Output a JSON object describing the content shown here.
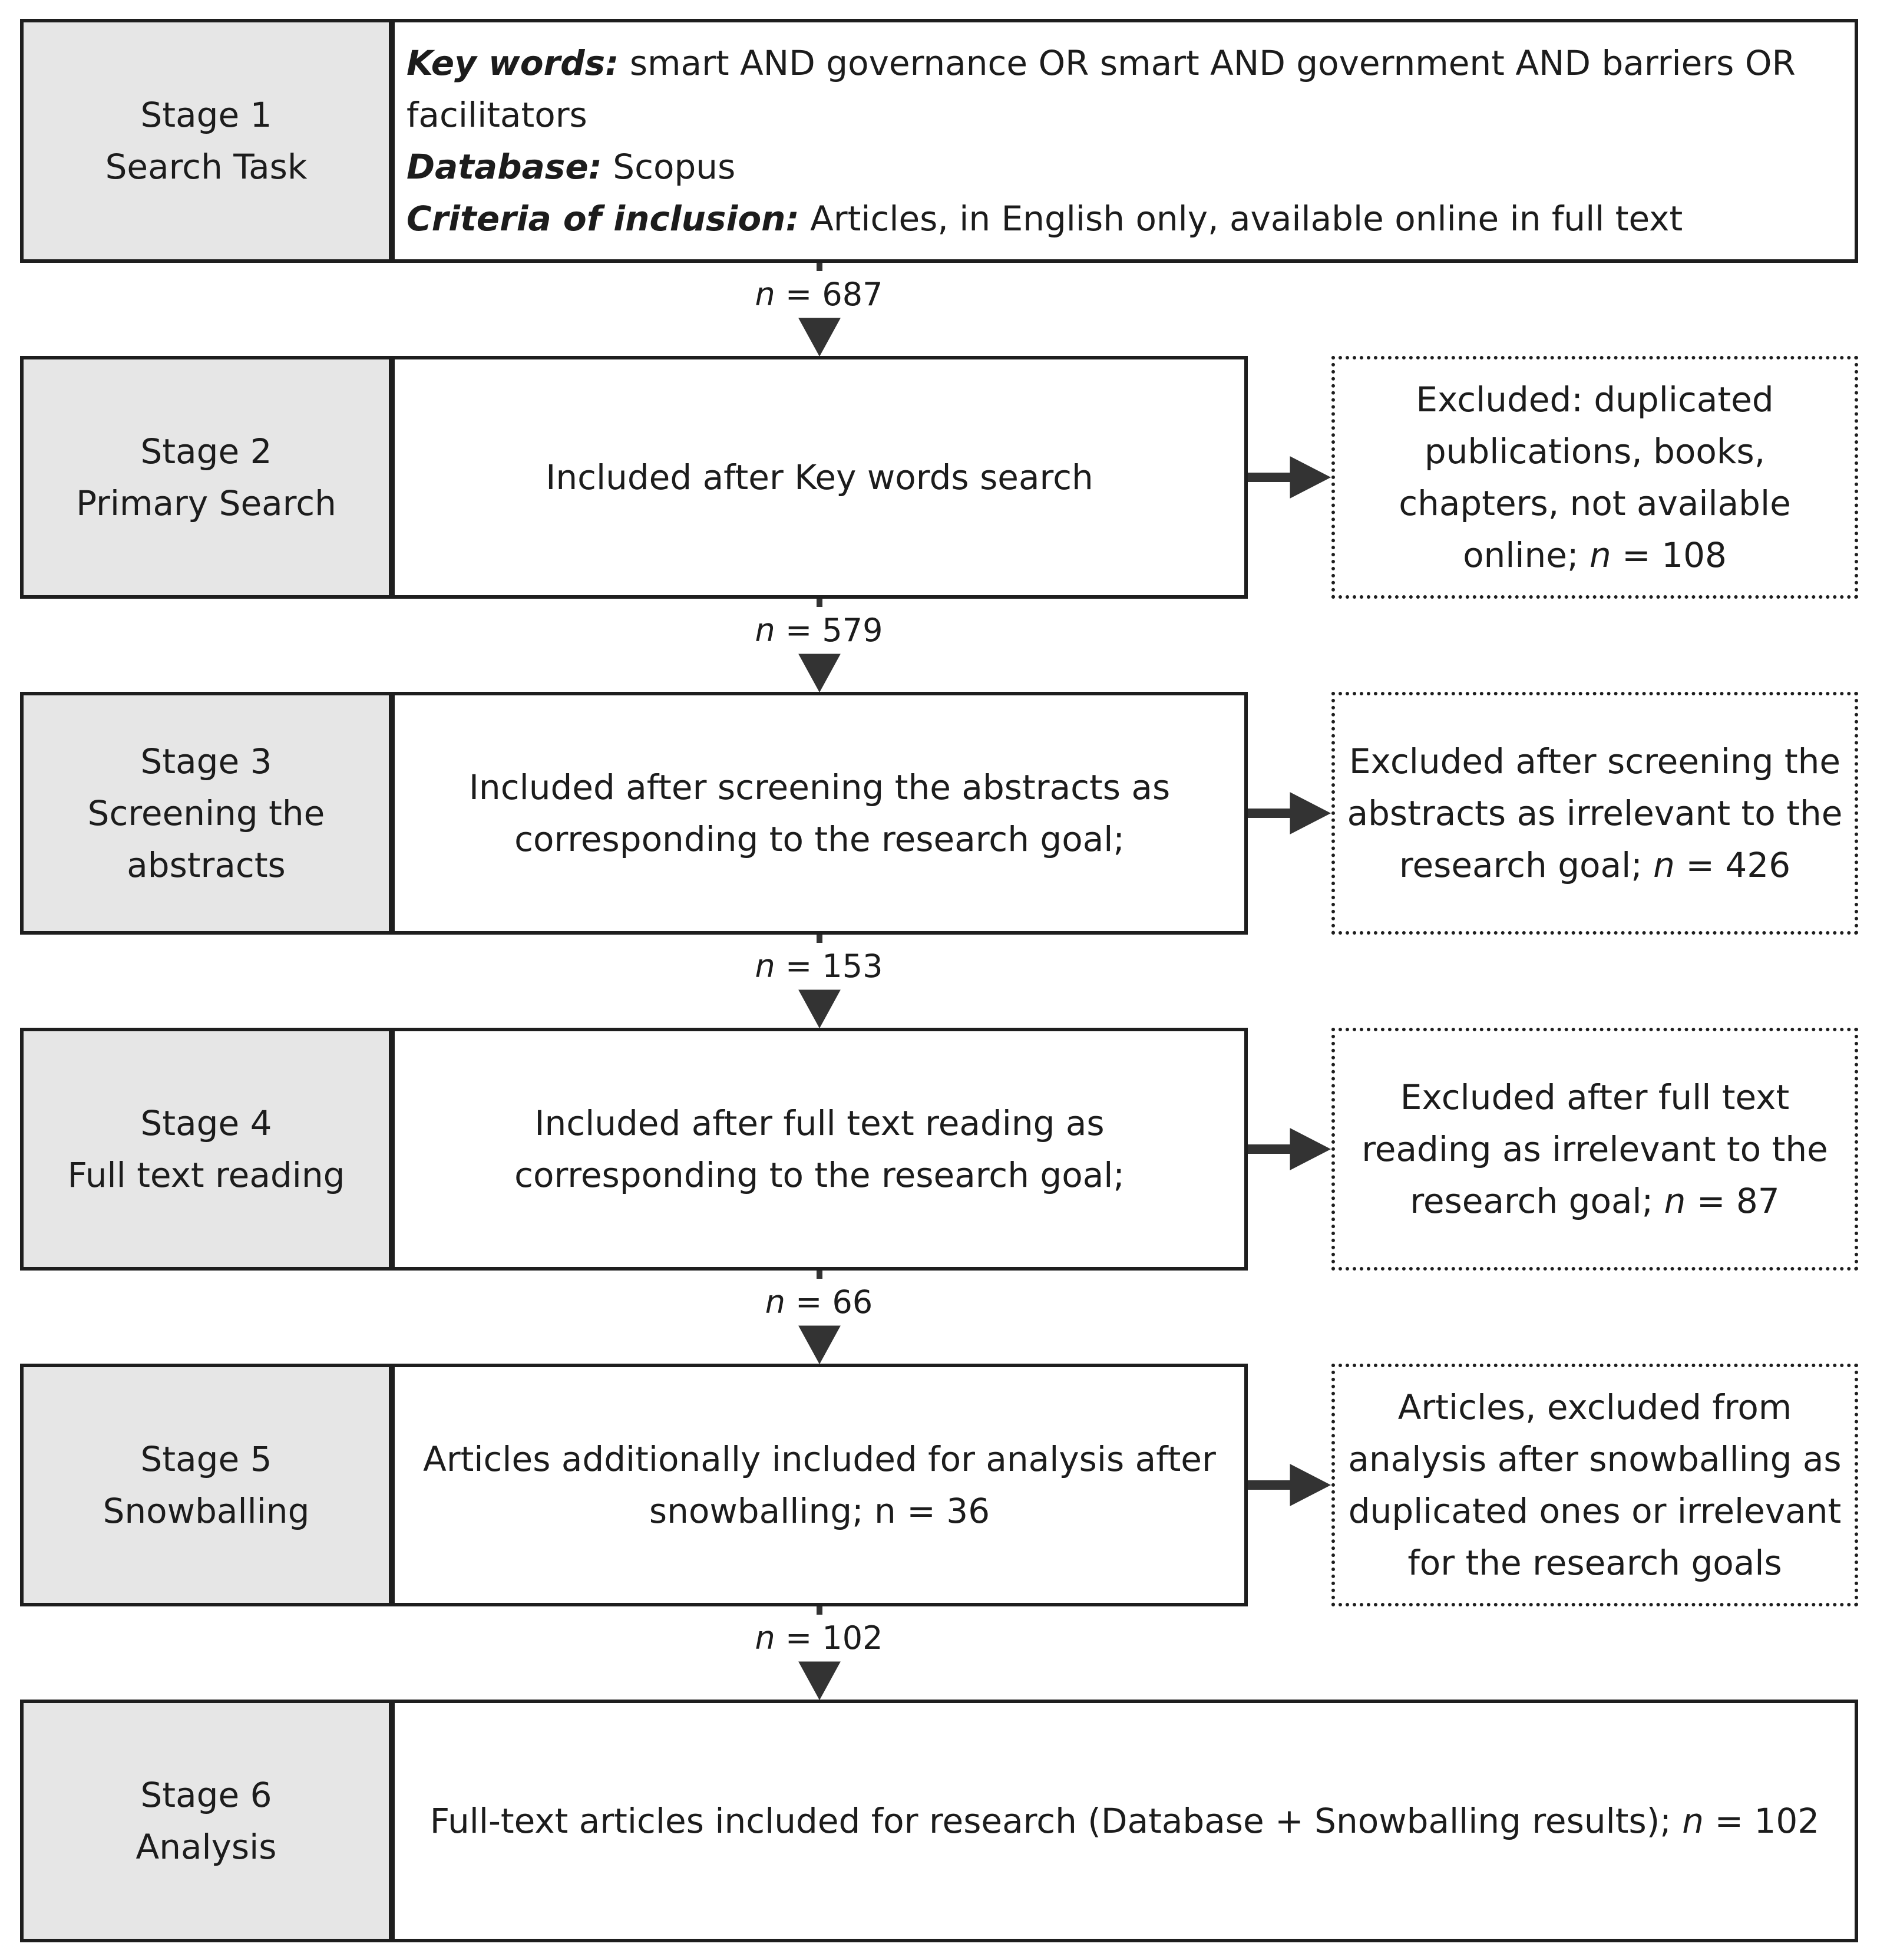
{
  "stages": [
    {
      "label_line1": "Stage 1",
      "label_line2": "Search Task",
      "label_line3": ""
    },
    {
      "label_line1": "Stage 2",
      "label_line2": "Primary Search",
      "label_line3": ""
    },
    {
      "label_line1": "Stage 3",
      "label_line2": "Screening the",
      "label_line3": "abstracts"
    },
    {
      "label_line1": "Stage 4",
      "label_line2": "Full text reading",
      "label_line3": ""
    },
    {
      "label_line1": "Stage 5",
      "label_line2": "Snowballing",
      "label_line3": ""
    },
    {
      "label_line1": "Stage 6",
      "label_line2": "Analysis",
      "label_line3": ""
    }
  ],
  "search": {
    "keywords_label": "Key words:",
    "keywords_value": " smart AND governance OR smart AND government AND barriers OR facilitators",
    "database_label": "Database:",
    "database_value": " Scopus",
    "criteria_label": "Criteria of inclusion:",
    "criteria_value": " Articles, in English only, available online in full text"
  },
  "included": [
    {
      "text": "Included after Key words search",
      "n_sep": "",
      "n": ""
    },
    {
      "text": "Included after screening the abstracts as corresponding to the research goal;",
      "n_sep": "",
      "n": ""
    },
    {
      "text": "Included after full text reading as corresponding to the research goal;",
      "n_sep": "",
      "n": ""
    },
    {
      "text": "Articles additionally included for analysis after snowballing; n = 36",
      "n_sep": "",
      "n": ""
    },
    {
      "text": "Full-text articles included for research (Database + Snowballing results); ",
      "n_sep": " = 102",
      "n": "n"
    }
  ],
  "excluded": [
    {
      "text": "Excluded: duplicated publications, books, chapters, not available online; ",
      "n": "n",
      "n_sep": " = 108"
    },
    {
      "text": "Excluded after screening the abstracts as irrelevant to the research goal; ",
      "n": "n",
      "n_sep": " = 426"
    },
    {
      "text": "Excluded after full text reading as irrelevant to the research goal; ",
      "n": "n",
      "n_sep": " = 87"
    },
    {
      "text": "Articles, excluded from analysis after snowballing as duplicated ones or irrelevant for the research goals",
      "n": "",
      "n_sep": ""
    }
  ],
  "counts": [
    {
      "n": "n",
      "value": " = 687"
    },
    {
      "n": "n",
      "value": " = 579"
    },
    {
      "n": "n",
      "value": " = 153"
    },
    {
      "n": "n",
      "value": " = 66"
    },
    {
      "n": "n",
      "value": " = 102"
    }
  ],
  "colors": {
    "label_bg": "#e6e6e6",
    "border": "#1e1e1e",
    "arrow": "#333333"
  }
}
